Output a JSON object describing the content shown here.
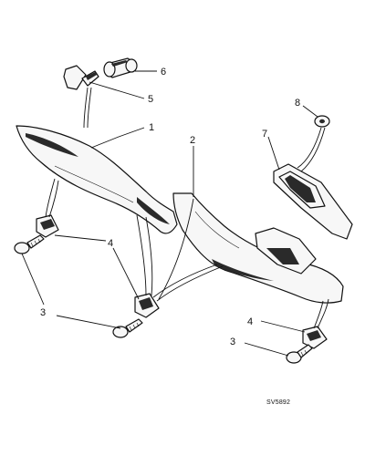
{
  "diagram": {
    "reference_code": "SV5892",
    "callouts": [
      "1",
      "2",
      "3",
      "3",
      "4",
      "4",
      "5",
      "6",
      "7",
      "8"
    ]
  }
}
